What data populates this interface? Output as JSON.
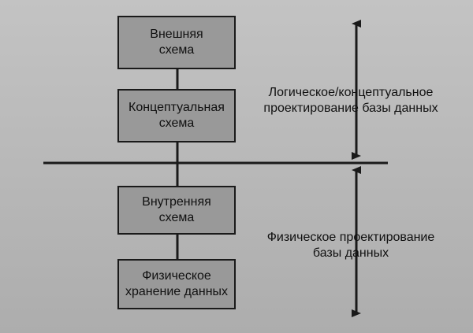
{
  "diagram": {
    "boxes": {
      "external": "Внешняя\nсхема",
      "conceptual": "Концептуальная\nсхема",
      "internal": "Внутренняя\nсхема",
      "physical": "Физическое\nхранение данных"
    },
    "labels": {
      "logical_design": "Логическое/концептуальное\nпроектирование базы данных",
      "physical_design": "Физическое проектирование\nбазы данных"
    },
    "colors": {
      "background": "#bdbdbd",
      "box_fill": "#999999",
      "line": "#1a1a1a"
    }
  }
}
